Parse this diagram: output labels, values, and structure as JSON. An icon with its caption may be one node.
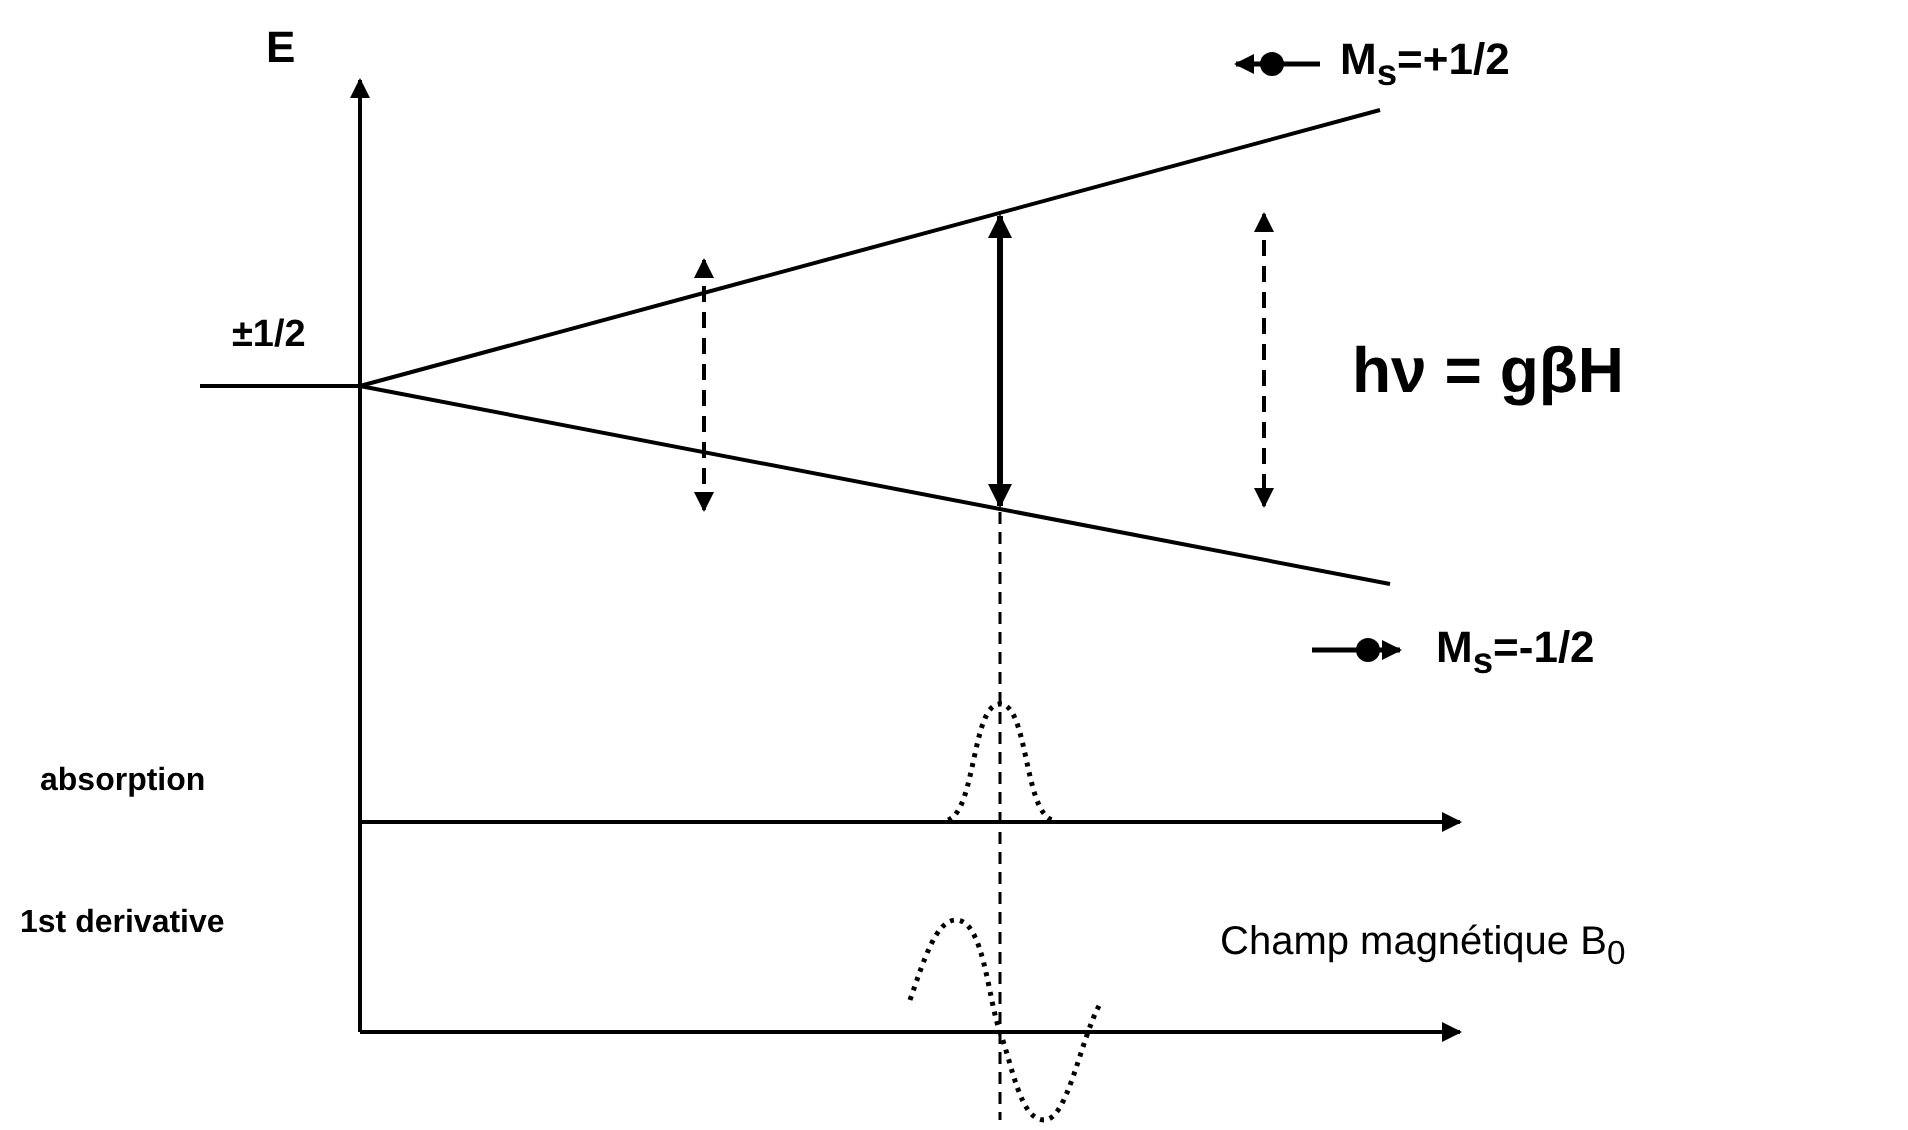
{
  "diagram": {
    "labels": [
      "E",
      "±1/2",
      "M$_{s}$=+1/2",
      "hν = gβH",
      "M$_{s}$=-1/2",
      "absorption",
      "1st derivative",
      "Champ magnétique B$_{0}$"
    ]
  }
}
